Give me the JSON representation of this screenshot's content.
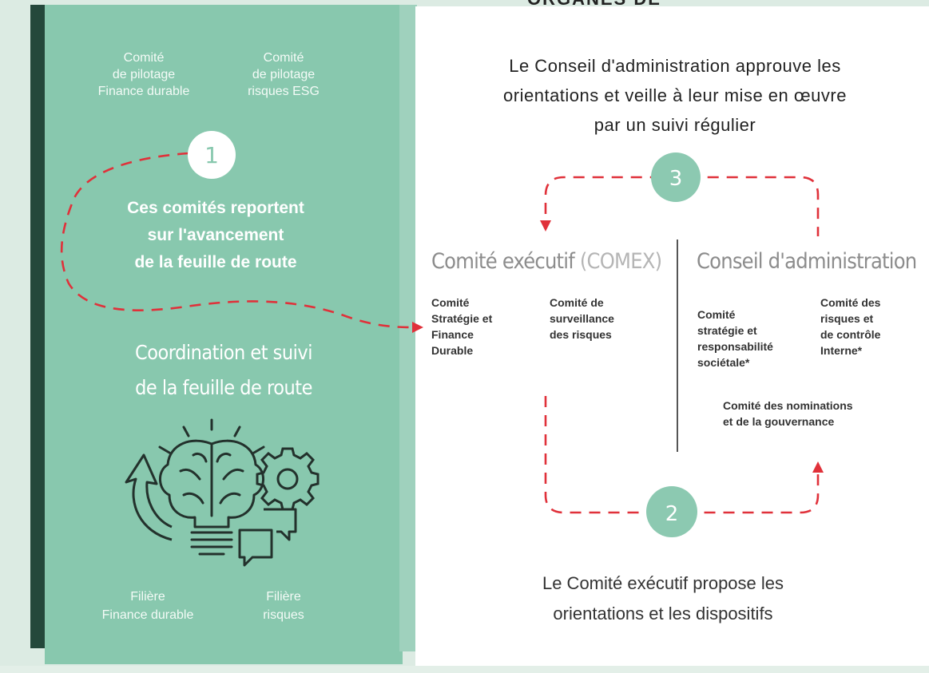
{
  "left": {
    "committee_1": "Comité\nde pilotage\nFinance durable",
    "committee_2": "Comité\nde pilotage\nrisques ESG",
    "step_1": "1",
    "report_text": "Ces comités reportent\nsur l'avancement\nde la feuille de route",
    "coordination": "Coordination et suivi\nde la feuille de route",
    "filiere_1": "Filière\nFinance durable",
    "filiere_2": "Filière\nrisques"
  },
  "right": {
    "clipped_title": "ORGANES DE GOUVERNANCE",
    "conseil_statement": "Le Conseil d'administration approuve les\norientations et veille à leur mise en œuvre\npar un suivi régulier",
    "step_3": "3",
    "comex_heading": "Comité exécutif ",
    "comex_acronym": "(COMEX)",
    "ca_heading": "Conseil d'administration",
    "comex_committee_1": "Comité\nStratégie et\nFinance\nDurable",
    "comex_committee_2": "Comité de\nsurveillance\ndes risques",
    "ca_committee_1": "Comité\nstratégie et\nresponsabilité\nsociétale*",
    "ca_committee_2": "Comité des\nrisques et\nde contrôle\nInterne*",
    "ca_committee_3": "Comité des nominations\net de la gouvernance",
    "step_2": "2",
    "comex_statement": "Le Comité exécutif propose les\norientations et les dispositifs"
  },
  "colors": {
    "panel_green": "#88c8ae",
    "dark_green": "#24483b",
    "badge_green": "#8cc9b1",
    "dashed_red": "#e0313a"
  },
  "icons": [
    "brain-lightbulb-icon",
    "arrow-up-icon",
    "gear-icon",
    "chat-bubbles-icon"
  ]
}
